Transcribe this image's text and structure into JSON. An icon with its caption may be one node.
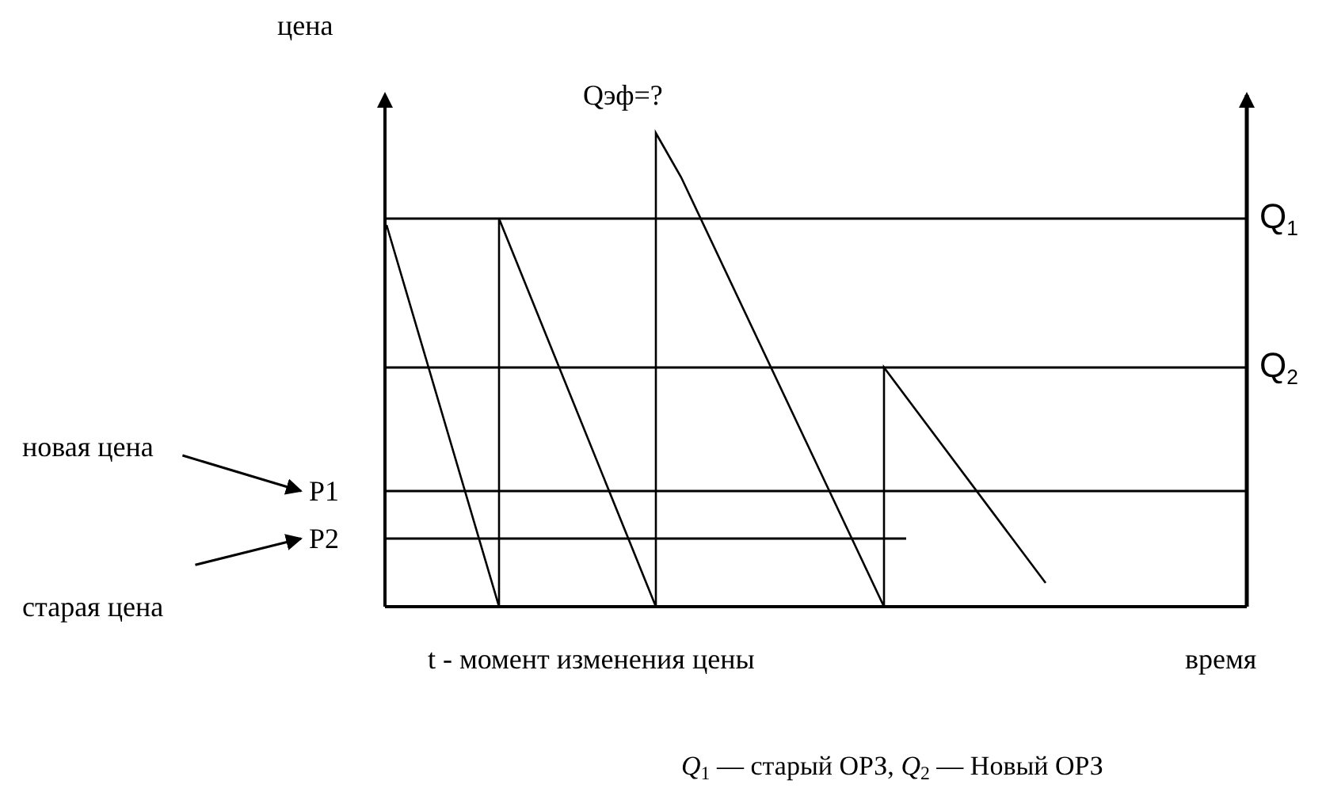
{
  "diagram": {
    "caption": "*Q*$_{1}$ — старый ОРЗ, *Q*$_{2}$ — Новый ОРЗ",
    "nodes": [
      {
        "text": [
          "новая цена"
        ]
      },
      {
        "text": [
          "P1"
        ]
      },
      {
        "text": [
          "старая цена"
        ]
      },
      {
        "text": [
          "P2"
        ]
      }
    ],
    "edges": [
      {
        "from": 0,
        "to": 1,
        "arrow": "to"
      },
      {
        "from": 2,
        "to": 3,
        "arrow": "to"
      }
    ],
    "labels": [
      "цена",
      "Qэф=?",
      "Q$_{1}$",
      "Q$_{2}$",
      "t - момент изменения цены",
      "время"
    ]
  }
}
